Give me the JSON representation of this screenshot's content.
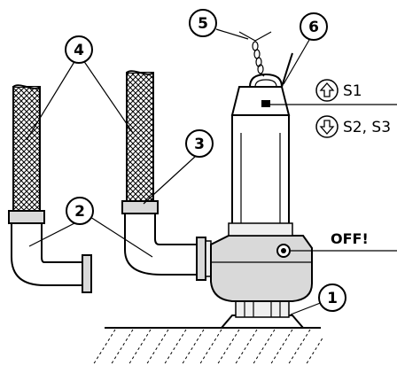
{
  "callouts": [
    "1",
    "2",
    "3",
    "4",
    "5",
    "6"
  ],
  "labels": {
    "s1": "S1",
    "s2s3": "S2, S3",
    "off": "OFF!"
  },
  "icons": {
    "up": "arrow-up-circle-icon",
    "down": "arrow-down-circle-icon"
  }
}
